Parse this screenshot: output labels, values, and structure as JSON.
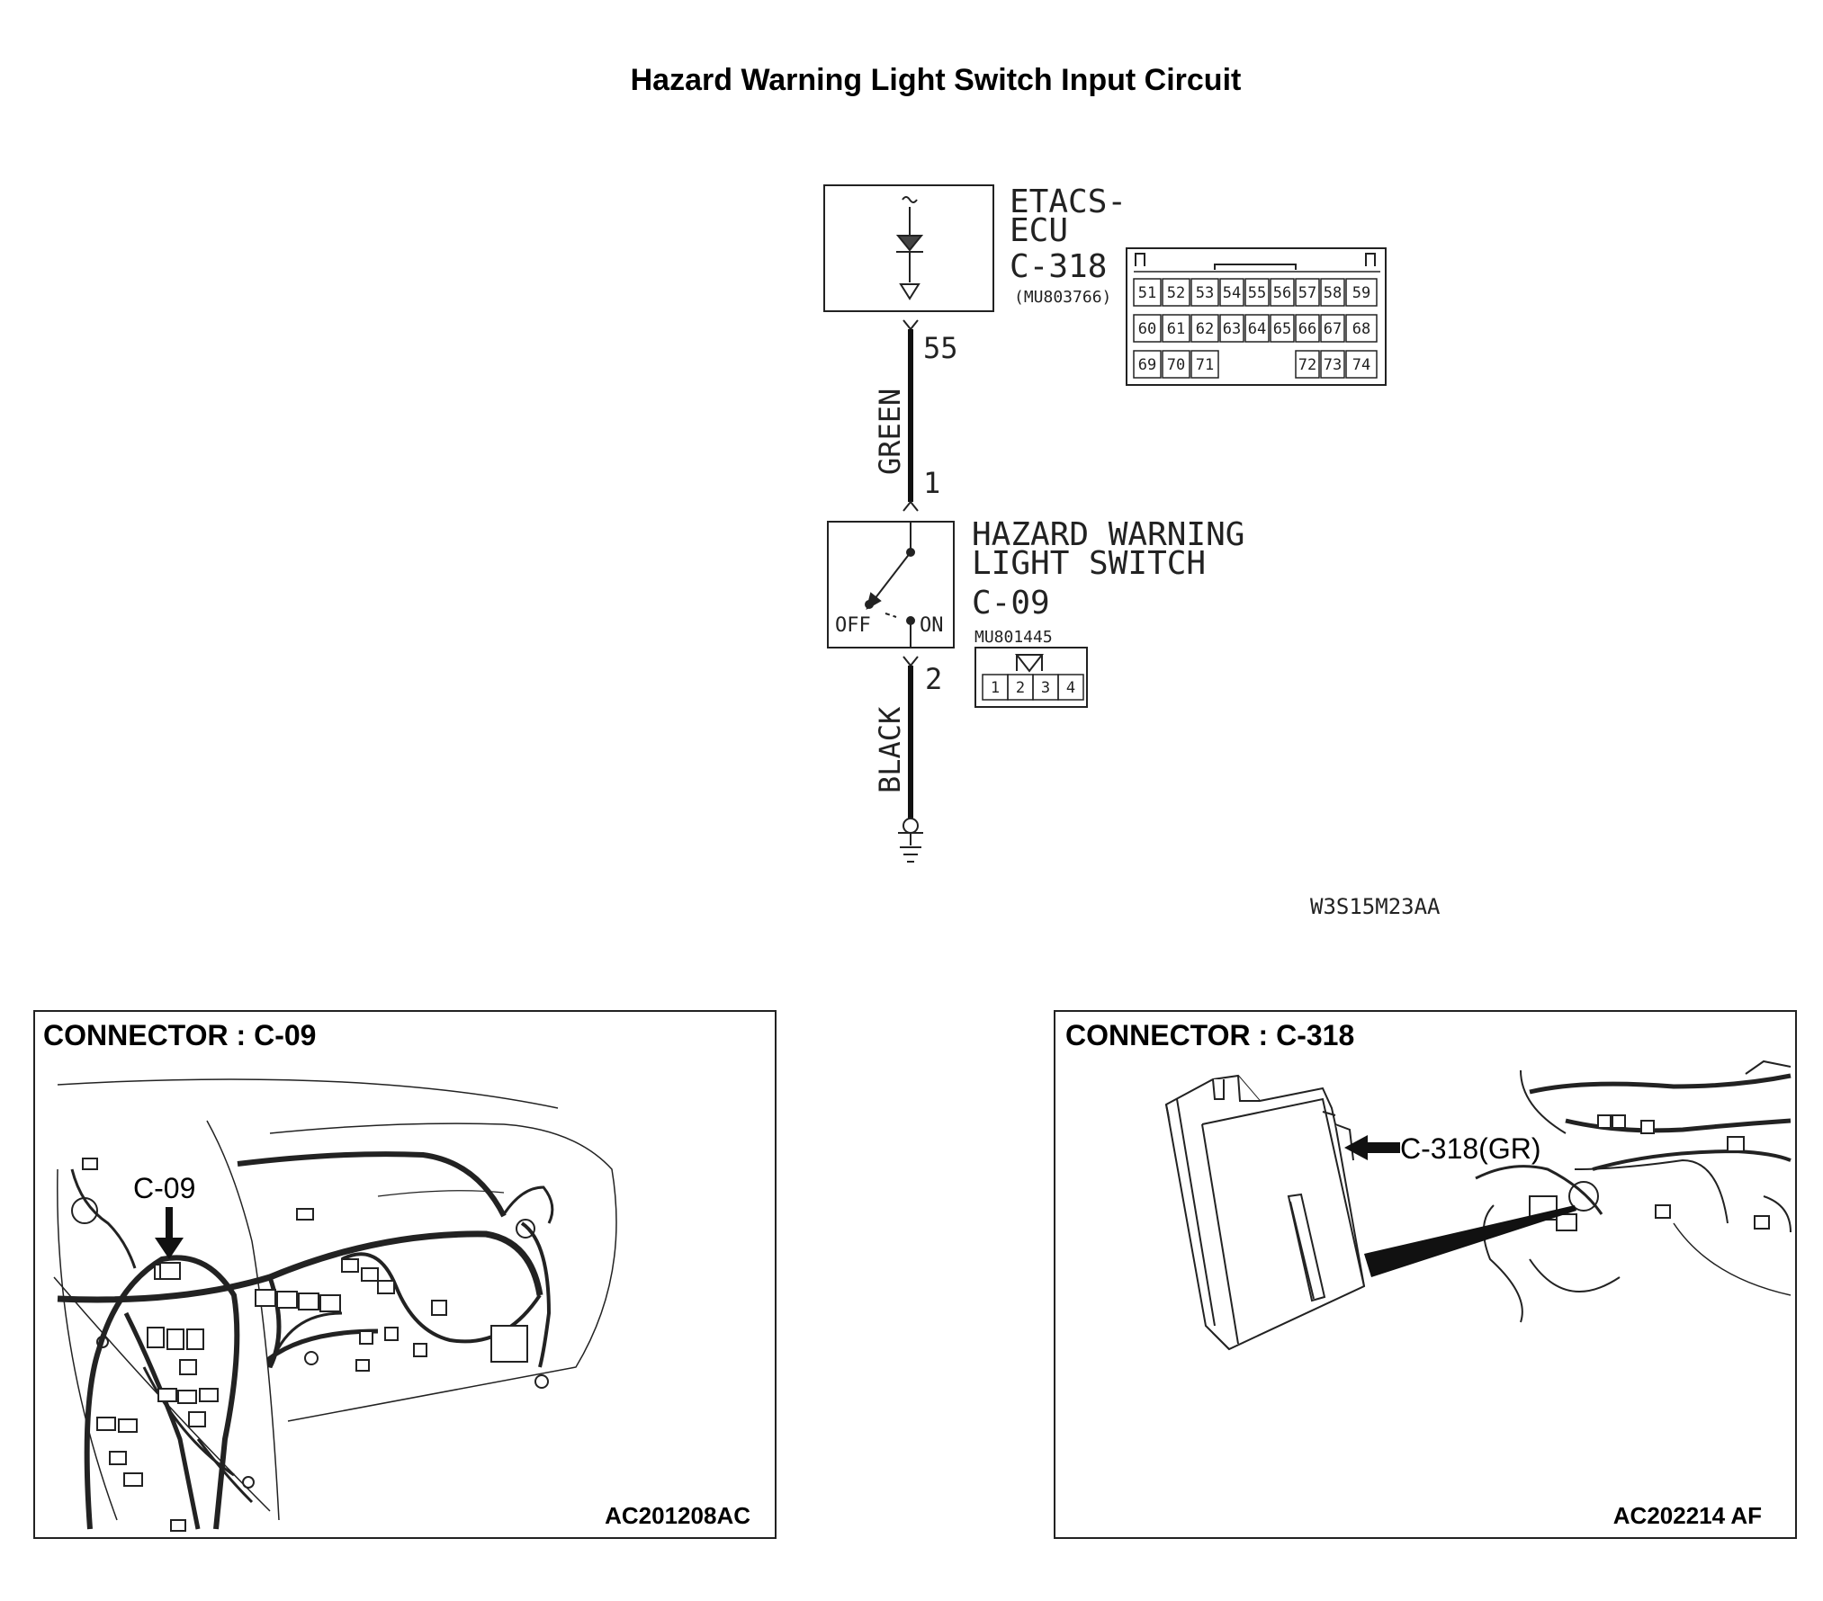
{
  "title": "Hazard Warning Light Switch Input Circuit",
  "ecu": {
    "name_line1": "ETACS-",
    "name_line2": "ECU",
    "connector": "C-318",
    "part_no": "(MU803766)",
    "pin": "55",
    "pin_rows": [
      [
        "51",
        "52",
        "53",
        "54",
        "55",
        "56",
        "57",
        "58",
        "59"
      ],
      [
        "60",
        "61",
        "62",
        "63",
        "64",
        "65",
        "66",
        "67",
        "68"
      ],
      [
        "69",
        "70",
        "71",
        "72",
        "73",
        "74"
      ]
    ]
  },
  "wires": {
    "upper": "GREEN",
    "lower": "BLACK"
  },
  "switch": {
    "name_line1": "HAZARD WARNING",
    "name_line2": "LIGHT SWITCH",
    "connector": "C-09",
    "part_no": "MU801445",
    "pin_top": "1",
    "pin_bottom": "2",
    "off_label": "OFF",
    "on_label": "ON",
    "pins": [
      "1",
      "2",
      "3",
      "4"
    ]
  },
  "diagram_code": "W3S15M23AA",
  "panel_left": {
    "heading": "CONNECTOR : C-09",
    "callout": "C-09",
    "code": "AC201208AC"
  },
  "panel_right": {
    "heading": "CONNECTOR : C-318",
    "callout": "C-318(GR)",
    "code": "AC202214 AF"
  }
}
